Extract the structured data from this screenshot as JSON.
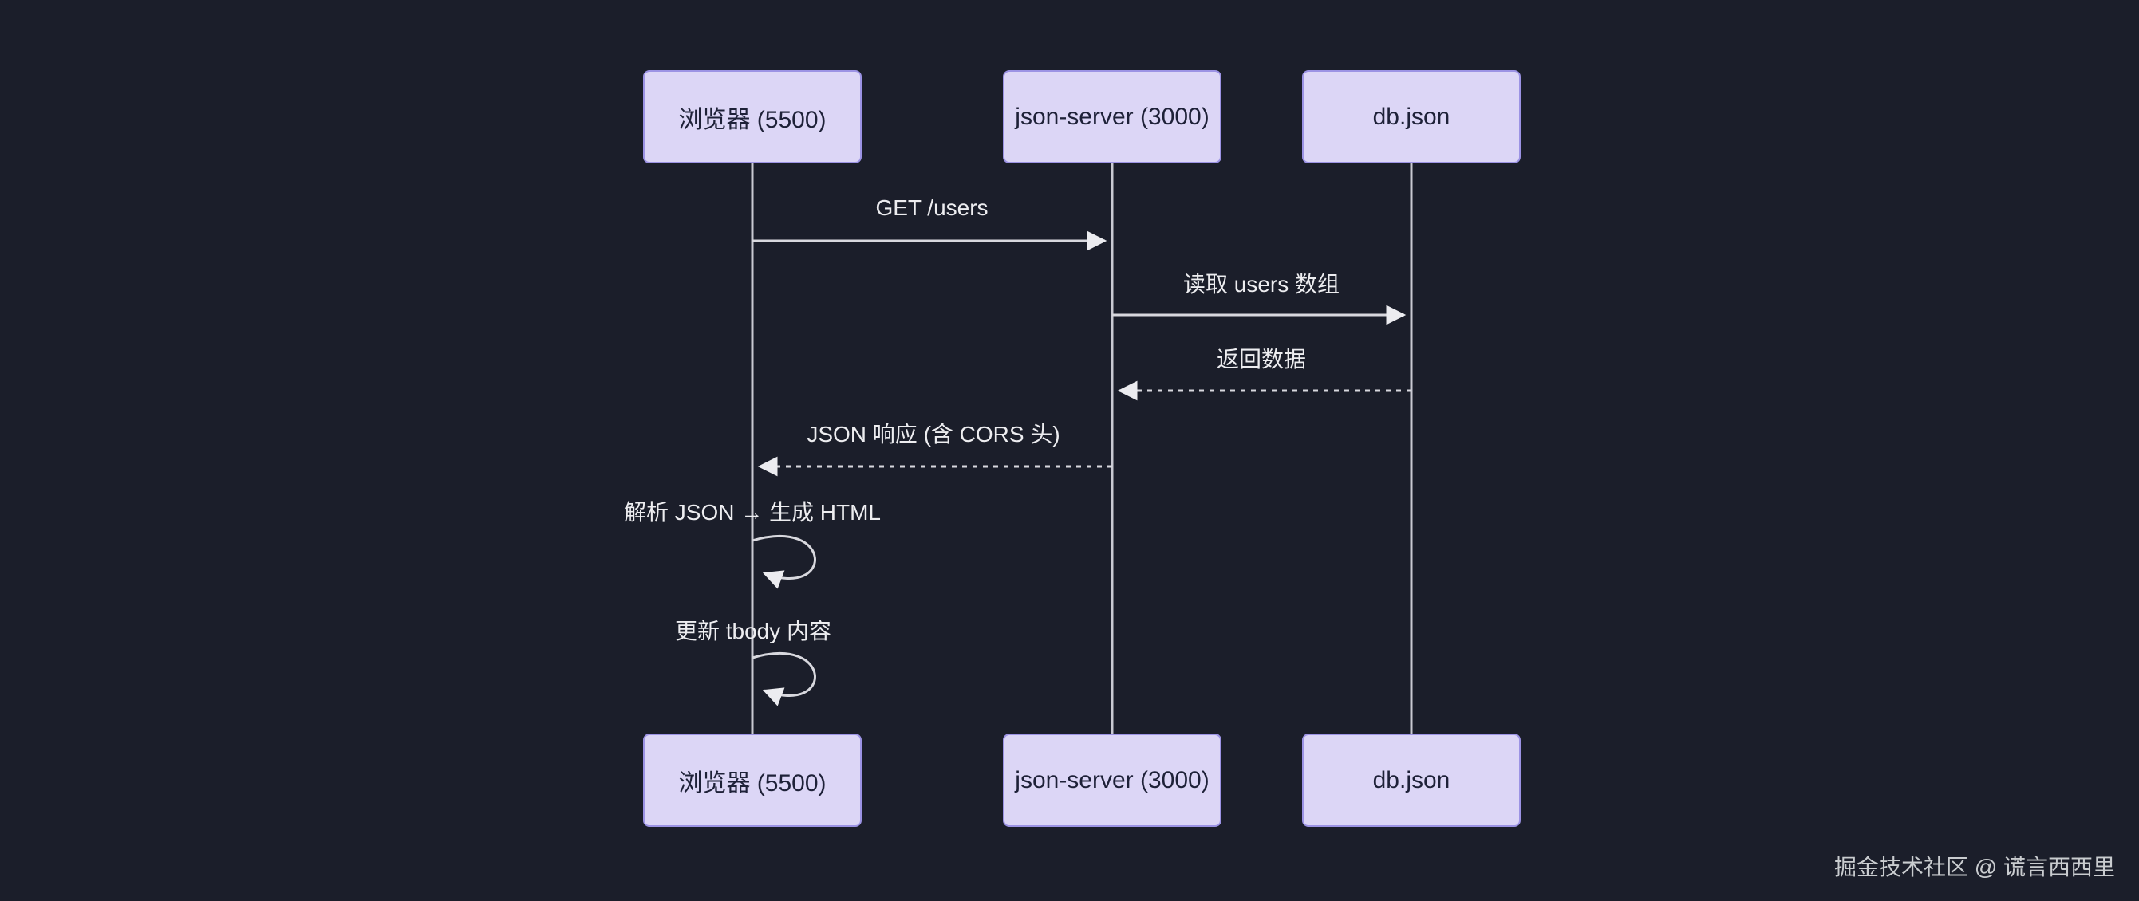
{
  "diagram": {
    "kind": "sequence-diagram",
    "actors": [
      {
        "id": "browser",
        "label": "浏览器 (5500)"
      },
      {
        "id": "json-server",
        "label": "json-server (3000)"
      },
      {
        "id": "db",
        "label": "db.json"
      }
    ],
    "messages": [
      {
        "label": "GET /users",
        "from": "browser",
        "to": "json-server",
        "line": "solid"
      },
      {
        "label": "读取 users 数组",
        "from": "json-server",
        "to": "db",
        "line": "solid"
      },
      {
        "label": "返回数据",
        "from": "db",
        "to": "json-server",
        "line": "dotted"
      },
      {
        "label": "JSON 响应 (含 CORS 头)",
        "from": "json-server",
        "to": "browser",
        "line": "dotted"
      },
      {
        "label": "解析 JSON → 生成 HTML",
        "from": "browser",
        "to": "browser",
        "line": "self"
      },
      {
        "label": "更新 tbody 内容",
        "from": "browser",
        "to": "browser",
        "line": "self"
      }
    ]
  },
  "watermark": "掘金技术社区 @ 谎言西西里",
  "colors": {
    "background": "#1b1e2a",
    "actor_fill": "#dcd6f6",
    "actor_border": "#9c93e4",
    "actor_text": "#1e2138",
    "line": "#d8d8de",
    "arrowhead": "#ececf0",
    "message_text": "#ededf0",
    "watermark_text": "#c9cccf"
  }
}
